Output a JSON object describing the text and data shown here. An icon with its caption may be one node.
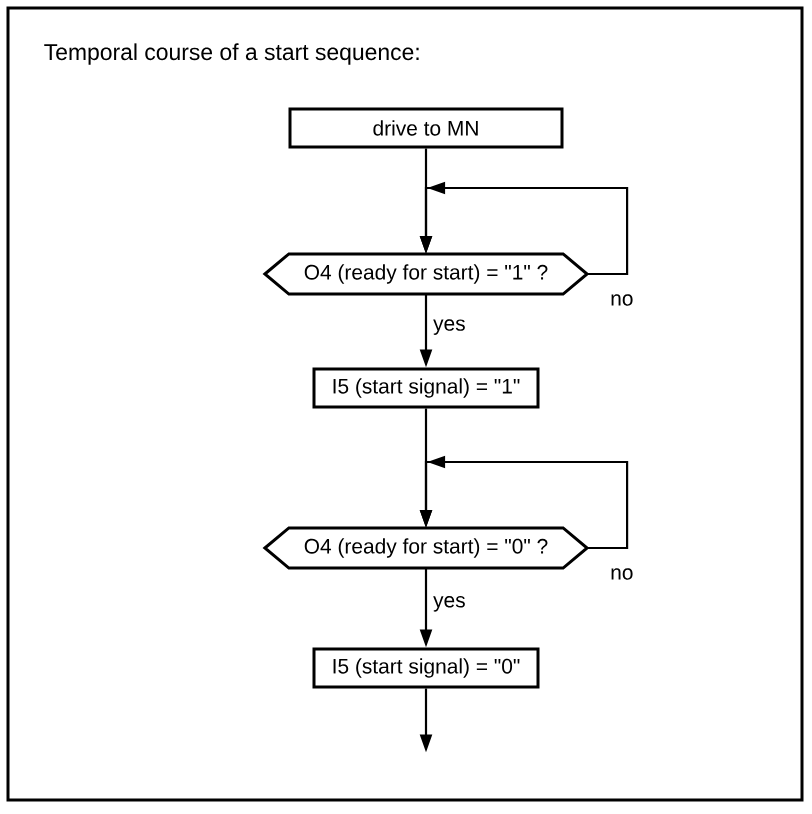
{
  "diagram": {
    "title": "Temporal course of a start sequence:",
    "nodes": [
      {
        "text": [
          "drive to MN"
        ]
      },
      {
        "text": [
          "O4 (ready for start) = \"1\" ?"
        ]
      },
      {
        "text": [
          "I5 (start signal) = \"1\""
        ]
      },
      {
        "text": [
          "O4 (ready for start) = \"0\" ?"
        ]
      },
      {
        "text": [
          "I5 (start signal) = \"0\""
        ]
      }
    ],
    "edges": [
      {
        "from": 0,
        "to": 1,
        "arrow": "to"
      },
      {
        "from": 1,
        "to": 1,
        "arrow": "to",
        "label": "no"
      },
      {
        "from": 1,
        "to": 2,
        "arrow": "to",
        "label": "yes"
      },
      {
        "from": 2,
        "to": 3,
        "arrow": "to"
      },
      {
        "from": 3,
        "to": 3,
        "arrow": "to",
        "label": "no"
      },
      {
        "from": 3,
        "to": 4,
        "arrow": "to",
        "label": "yes"
      },
      {
        "from": 4,
        "to": null,
        "arrow": "to"
      }
    ]
  }
}
